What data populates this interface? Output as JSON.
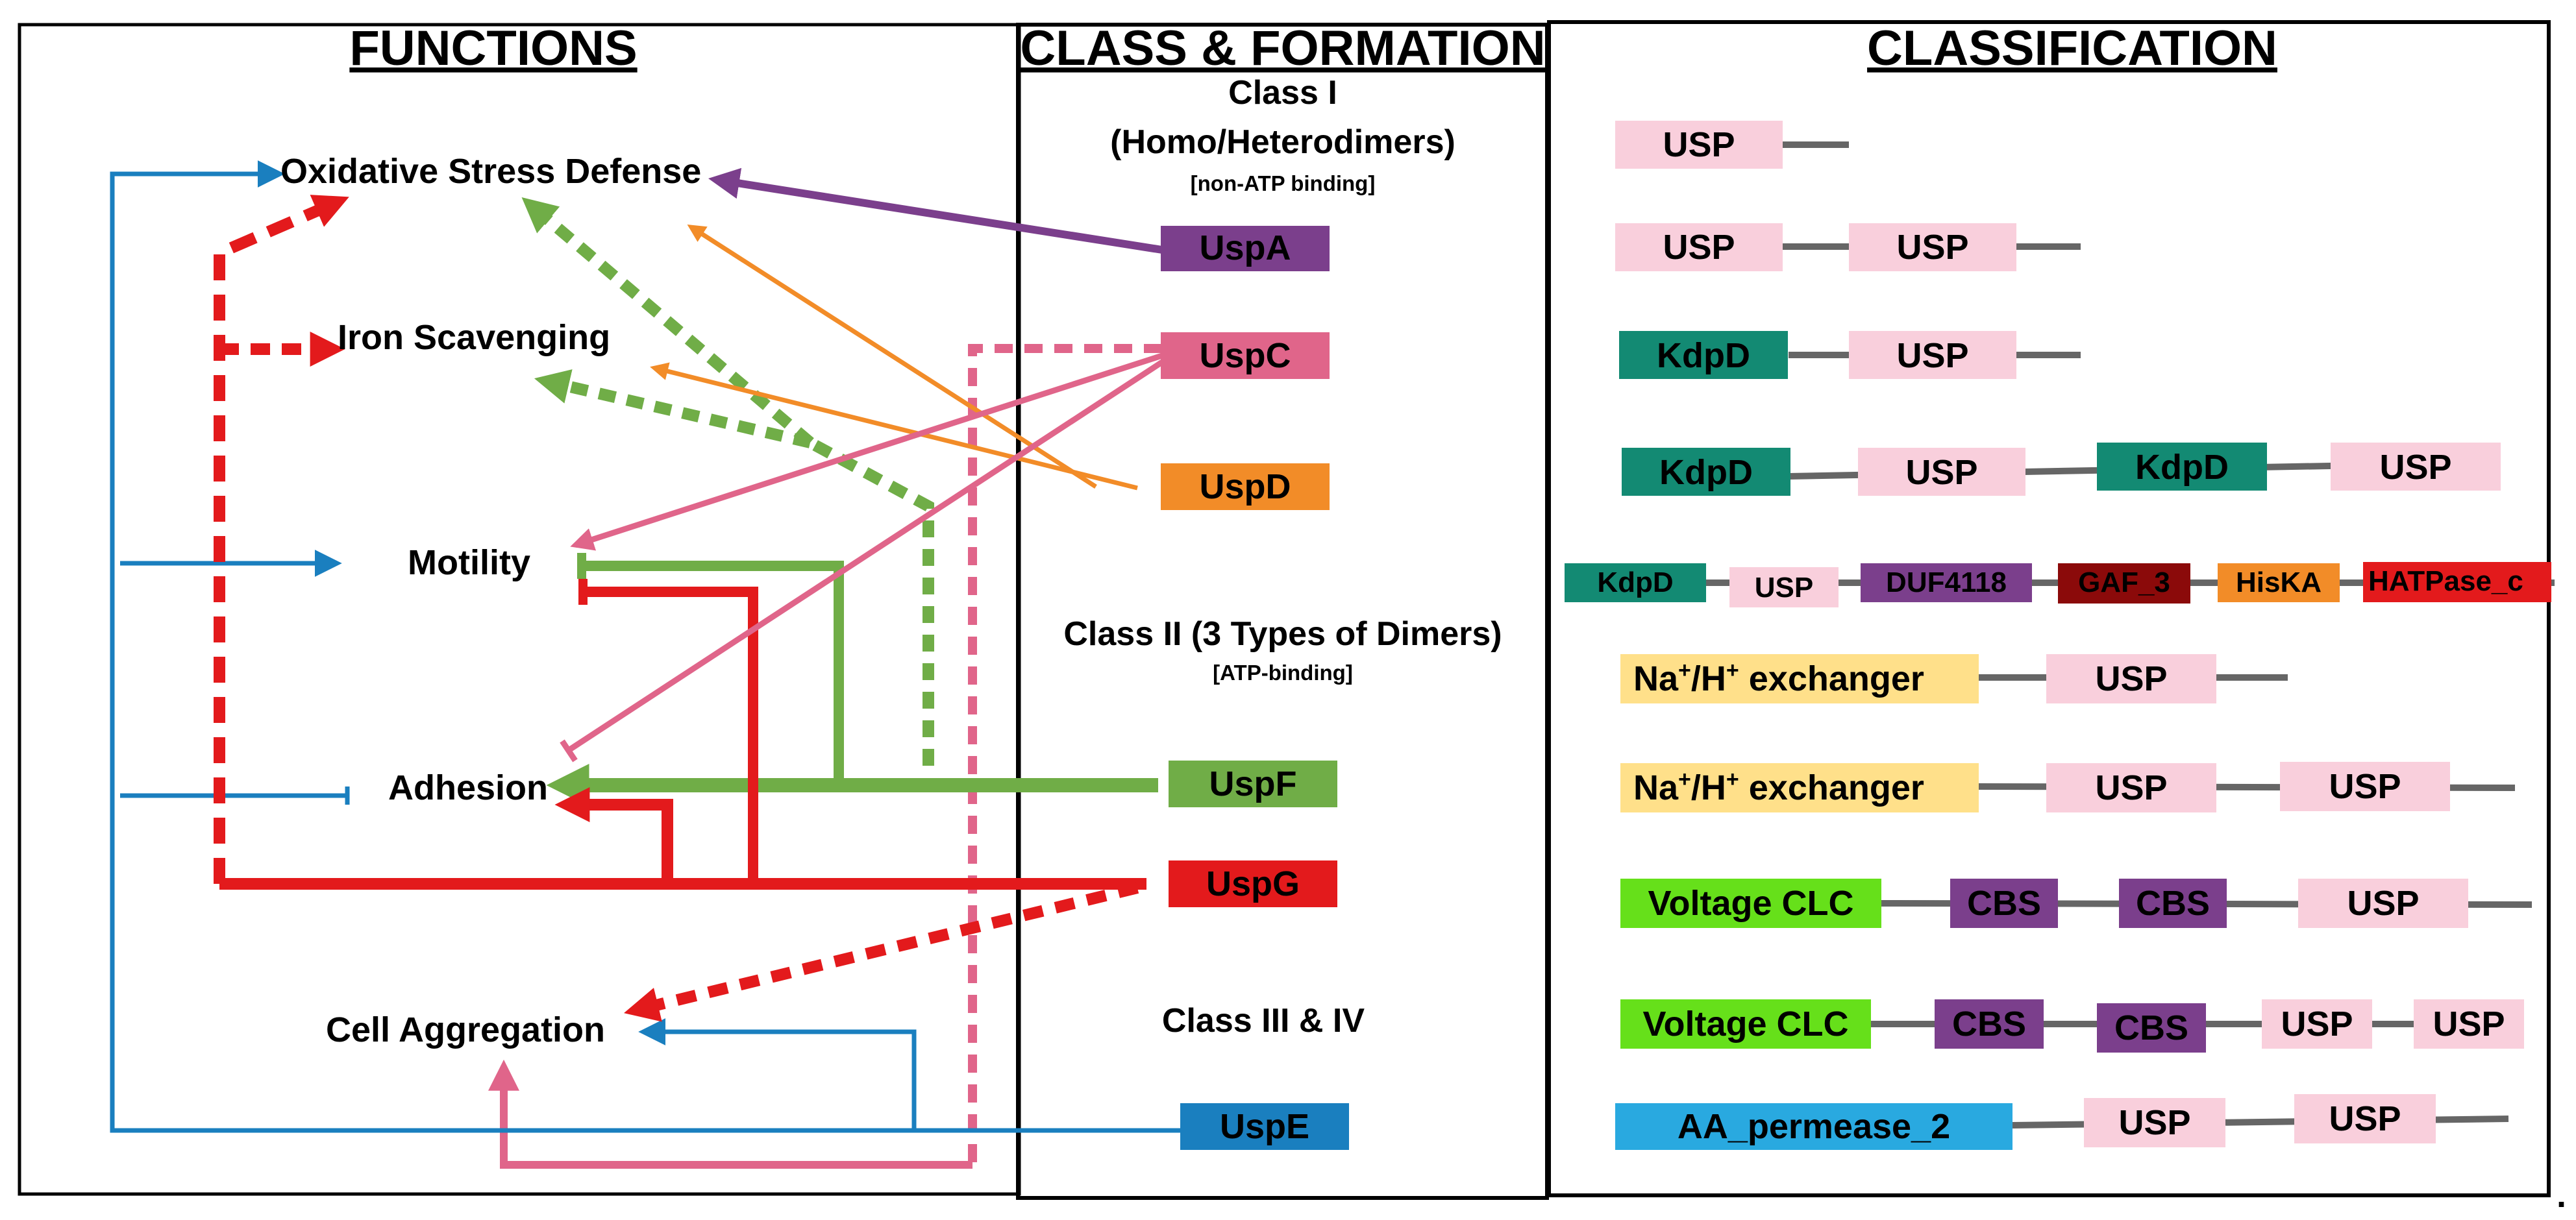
{
  "titles": {
    "functions": "FUNCTIONS",
    "class_formation": "CLASS & FORMATION",
    "classification": "CLASSIFICATION"
  },
  "functions": {
    "oxidative": "Oxidative Stress Defense",
    "iron": "Iron Scavenging",
    "motility": "Motility",
    "adhesion": "Adhesion",
    "aggregation": "Cell Aggregation"
  },
  "classes": {
    "class1_line1": "Class I",
    "class1_line2": "(Homo/Heterodimers)",
    "class1_note": "[non-ATP binding]",
    "class2_line1": "Class II (3 Types of Dimers)",
    "class2_note": "[ATP-binding]",
    "class3": "Class III & IV"
  },
  "proteins": {
    "uspA": "UspA",
    "uspC": "UspC",
    "uspD": "UspD",
    "uspF": "UspF",
    "uspG": "UspG",
    "uspE": "UspE"
  },
  "domains": {
    "usp": "USP",
    "kdpd": "KdpD",
    "duf4118": "DUF4118",
    "gaf3": "GAF_3",
    "hiska": "HisKA",
    "hatpase": "HATPase_c",
    "nah_prefix": "Na",
    "nah_plus1": "+",
    "nah_mid": "/H",
    "nah_plus2": "+",
    "nah_suffix": " exchanger",
    "voltage_clc": "Voltage CLC",
    "cbs": "CBS",
    "aa_permease": "AA_permease_2"
  },
  "trailing_mark": ".",
  "colors": {
    "uspA": "#7b3f8c",
    "uspC": "#e0658a",
    "uspD": "#f28c28",
    "uspF": "#70ad47",
    "uspG": "#e31a1c",
    "uspE": "#1a7fbf",
    "usp_domain": "#f9cfdc",
    "kdpd": "#138a73",
    "duf4118": "#7b3f8c",
    "gaf3": "#8b0a0a",
    "hiska": "#f28c28",
    "hatpase": "#e31a1c",
    "nah": "#ffe08a",
    "voltage_clc": "#66e01a",
    "cbs": "#7b3f8c",
    "aa_permease": "#29a9e0",
    "linker": "#666666"
  }
}
